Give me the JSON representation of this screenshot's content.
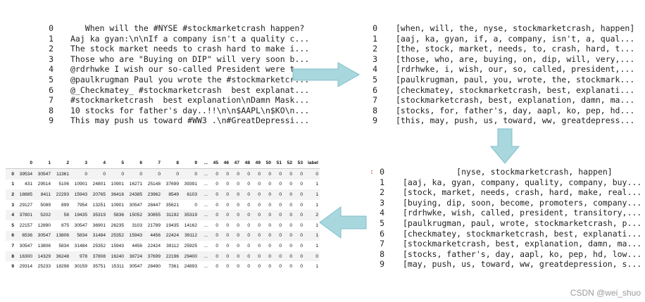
{
  "panel1": {
    "rows": [
      {
        "index": "0",
        "text": "   When will the #NYSE #stockmarketcrash happen?"
      },
      {
        "index": "1",
        "text": "Aaj ka gyan:\\n\\nIf a company isn't a quality c..."
      },
      {
        "index": "2",
        "text": "The stock market needs to crash hard to make i..."
      },
      {
        "index": "3",
        "text": "Those who are \"Buying on DIP\" will very soon b..."
      },
      {
        "index": "4",
        "text": "@rdrhwke I wish our so-called President were t..."
      },
      {
        "index": "5",
        "text": "@paulkrugman Paul you wrote the #stockmarketcr..."
      },
      {
        "index": "6",
        "text": "@_Checkmatey_ #stockmarketcrash  best explanat..."
      },
      {
        "index": "7",
        "text": "#stockmarketcrash  best explanation\\nDamn Mask..."
      },
      {
        "index": "8",
        "text": "10 stocks for father's day..!!\\n\\n$AAPL\\n$KO\\n..."
      },
      {
        "index": "9",
        "text": "This may push us toward #WW3 .\\n#GreatDepressi..."
      }
    ]
  },
  "panel2": {
    "rows": [
      {
        "index": "0",
        "text": "[when, will, the, nyse, stockmarketcrash, happen]"
      },
      {
        "index": "1",
        "text": "[aaj, ka, gyan, if, a, company, isn't, a, qual..."
      },
      {
        "index": "2",
        "text": "[the, stock, market, needs, to, crash, hard, t..."
      },
      {
        "index": "3",
        "text": "[those, who, are, buying, on, dip, will, very,..."
      },
      {
        "index": "4",
        "text": "[rdrhwke, i, wish, our, so, called, president,..."
      },
      {
        "index": "5",
        "text": "[paulkrugman, paul, you, wrote, the, stockmark..."
      },
      {
        "index": "6",
        "text": "[checkmatey, stockmarketcrash, best, explanati..."
      },
      {
        "index": "7",
        "text": "[stockmarketcrash, best, explanation, damn, ma..."
      },
      {
        "index": "8",
        "text": "[stocks, for, father's, day, aapl, ko, pep, hd..."
      },
      {
        "index": "9",
        "text": "[this, may, push, us, toward, ww, greatdepress..."
      }
    ]
  },
  "panel3": {
    "marker": ":",
    "rows": [
      {
        "index": "0",
        "text": "           [nyse, stockmarketcrash, happen]"
      },
      {
        "index": "1",
        "text": "[aaj, ka, gyan, company, quality, company, buy..."
      },
      {
        "index": "2",
        "text": "[stock, market, needs, crash, hard, make, real..."
      },
      {
        "index": "3",
        "text": "[buying, dip, soon, become, promoters, company..."
      },
      {
        "index": "4",
        "text": "[rdrhwke, wish, called, president, transitory,..."
      },
      {
        "index": "5",
        "text": "[paulkrugman, paul, wrote, stockmarketcrash, p..."
      },
      {
        "index": "6",
        "text": "[checkmatey, stockmarketcrash, best, explanati..."
      },
      {
        "index": "7",
        "text": "[stockmarketcrash, best, explanation, damn, ma..."
      },
      {
        "index": "8",
        "text": "[stocks, father's, day, aapl, ko, pep, hd, low..."
      },
      {
        "index": "9",
        "text": "[may, push, us, toward, ww, greatdepression, s..."
      }
    ]
  },
  "dataframe": {
    "columns": [
      "",
      "0",
      "1",
      "2",
      "3",
      "4",
      "5",
      "6",
      "7",
      "8",
      "9",
      "...",
      "45",
      "46",
      "47",
      "48",
      "49",
      "50",
      "51",
      "52",
      "53",
      "label"
    ],
    "rows": [
      [
        "0",
        "39534",
        "30547",
        "11361",
        "0",
        "0",
        "0",
        "0",
        "0",
        "0",
        "0",
        "...",
        "0",
        "0",
        "0",
        "0",
        "0",
        "0",
        "0",
        "0",
        "0",
        "0"
      ],
      [
        "1",
        "431",
        "29514",
        "5106",
        "10901",
        "24801",
        "10901",
        "16271",
        "25148",
        "37699",
        "39391",
        "...",
        "0",
        "0",
        "0",
        "0",
        "0",
        "0",
        "0",
        "0",
        "0",
        "1"
      ],
      [
        "2",
        "18885",
        "8411",
        "22293",
        "15943",
        "20765",
        "36416",
        "24385",
        "23962",
        "8549",
        "6103",
        "...",
        "0",
        "0",
        "0",
        "0",
        "0",
        "0",
        "0",
        "0",
        "0",
        "1"
      ],
      [
        "3",
        "29127",
        "5089",
        "899",
        "7954",
        "13251",
        "10901",
        "30547",
        "28447",
        "35621",
        "0",
        "...",
        "0",
        "0",
        "0",
        "0",
        "0",
        "0",
        "0",
        "0",
        "0",
        "1"
      ],
      [
        "4",
        "37801",
        "5202",
        "58",
        "19435",
        "35319",
        "5836",
        "15052",
        "30855",
        "31192",
        "35319",
        "...",
        "0",
        "0",
        "0",
        "0",
        "0",
        "0",
        "0",
        "0",
        "0",
        "2"
      ],
      [
        "5",
        "22157",
        "12890",
        "875",
        "30547",
        "36901",
        "26235",
        "3103",
        "21789",
        "19435",
        "14162",
        "...",
        "0",
        "0",
        "0",
        "0",
        "0",
        "0",
        "0",
        "0",
        "0",
        "1"
      ],
      [
        "6",
        "6536",
        "30547",
        "13806",
        "5834",
        "31484",
        "25352",
        "15943",
        "4456",
        "22424",
        "39112",
        "...",
        "0",
        "0",
        "0",
        "0",
        "0",
        "0",
        "0",
        "0",
        "0",
        "1"
      ],
      [
        "7",
        "30547",
        "13806",
        "5834",
        "31484",
        "25352",
        "15943",
        "4456",
        "22424",
        "39112",
        "25925",
        "...",
        "0",
        "0",
        "0",
        "0",
        "0",
        "0",
        "0",
        "0",
        "0",
        "1"
      ],
      [
        "8",
        "16300",
        "14329",
        "36248",
        "978",
        "37808",
        "16240",
        "38724",
        "37699",
        "22196",
        "29400",
        "...",
        "0",
        "0",
        "0",
        "0",
        "0",
        "0",
        "0",
        "0",
        "0",
        "0"
      ],
      [
        "9",
        "29314",
        "25233",
        "18298",
        "30159",
        "35751",
        "15311",
        "30547",
        "28490",
        "7361",
        "24893",
        "...",
        "0",
        "0",
        "0",
        "0",
        "0",
        "0",
        "0",
        "0",
        "0",
        "1"
      ]
    ]
  },
  "arrows": {
    "color": "#a9d7de",
    "stroke": "#7fbfca"
  },
  "watermark": "CSDN @wei_shuo"
}
